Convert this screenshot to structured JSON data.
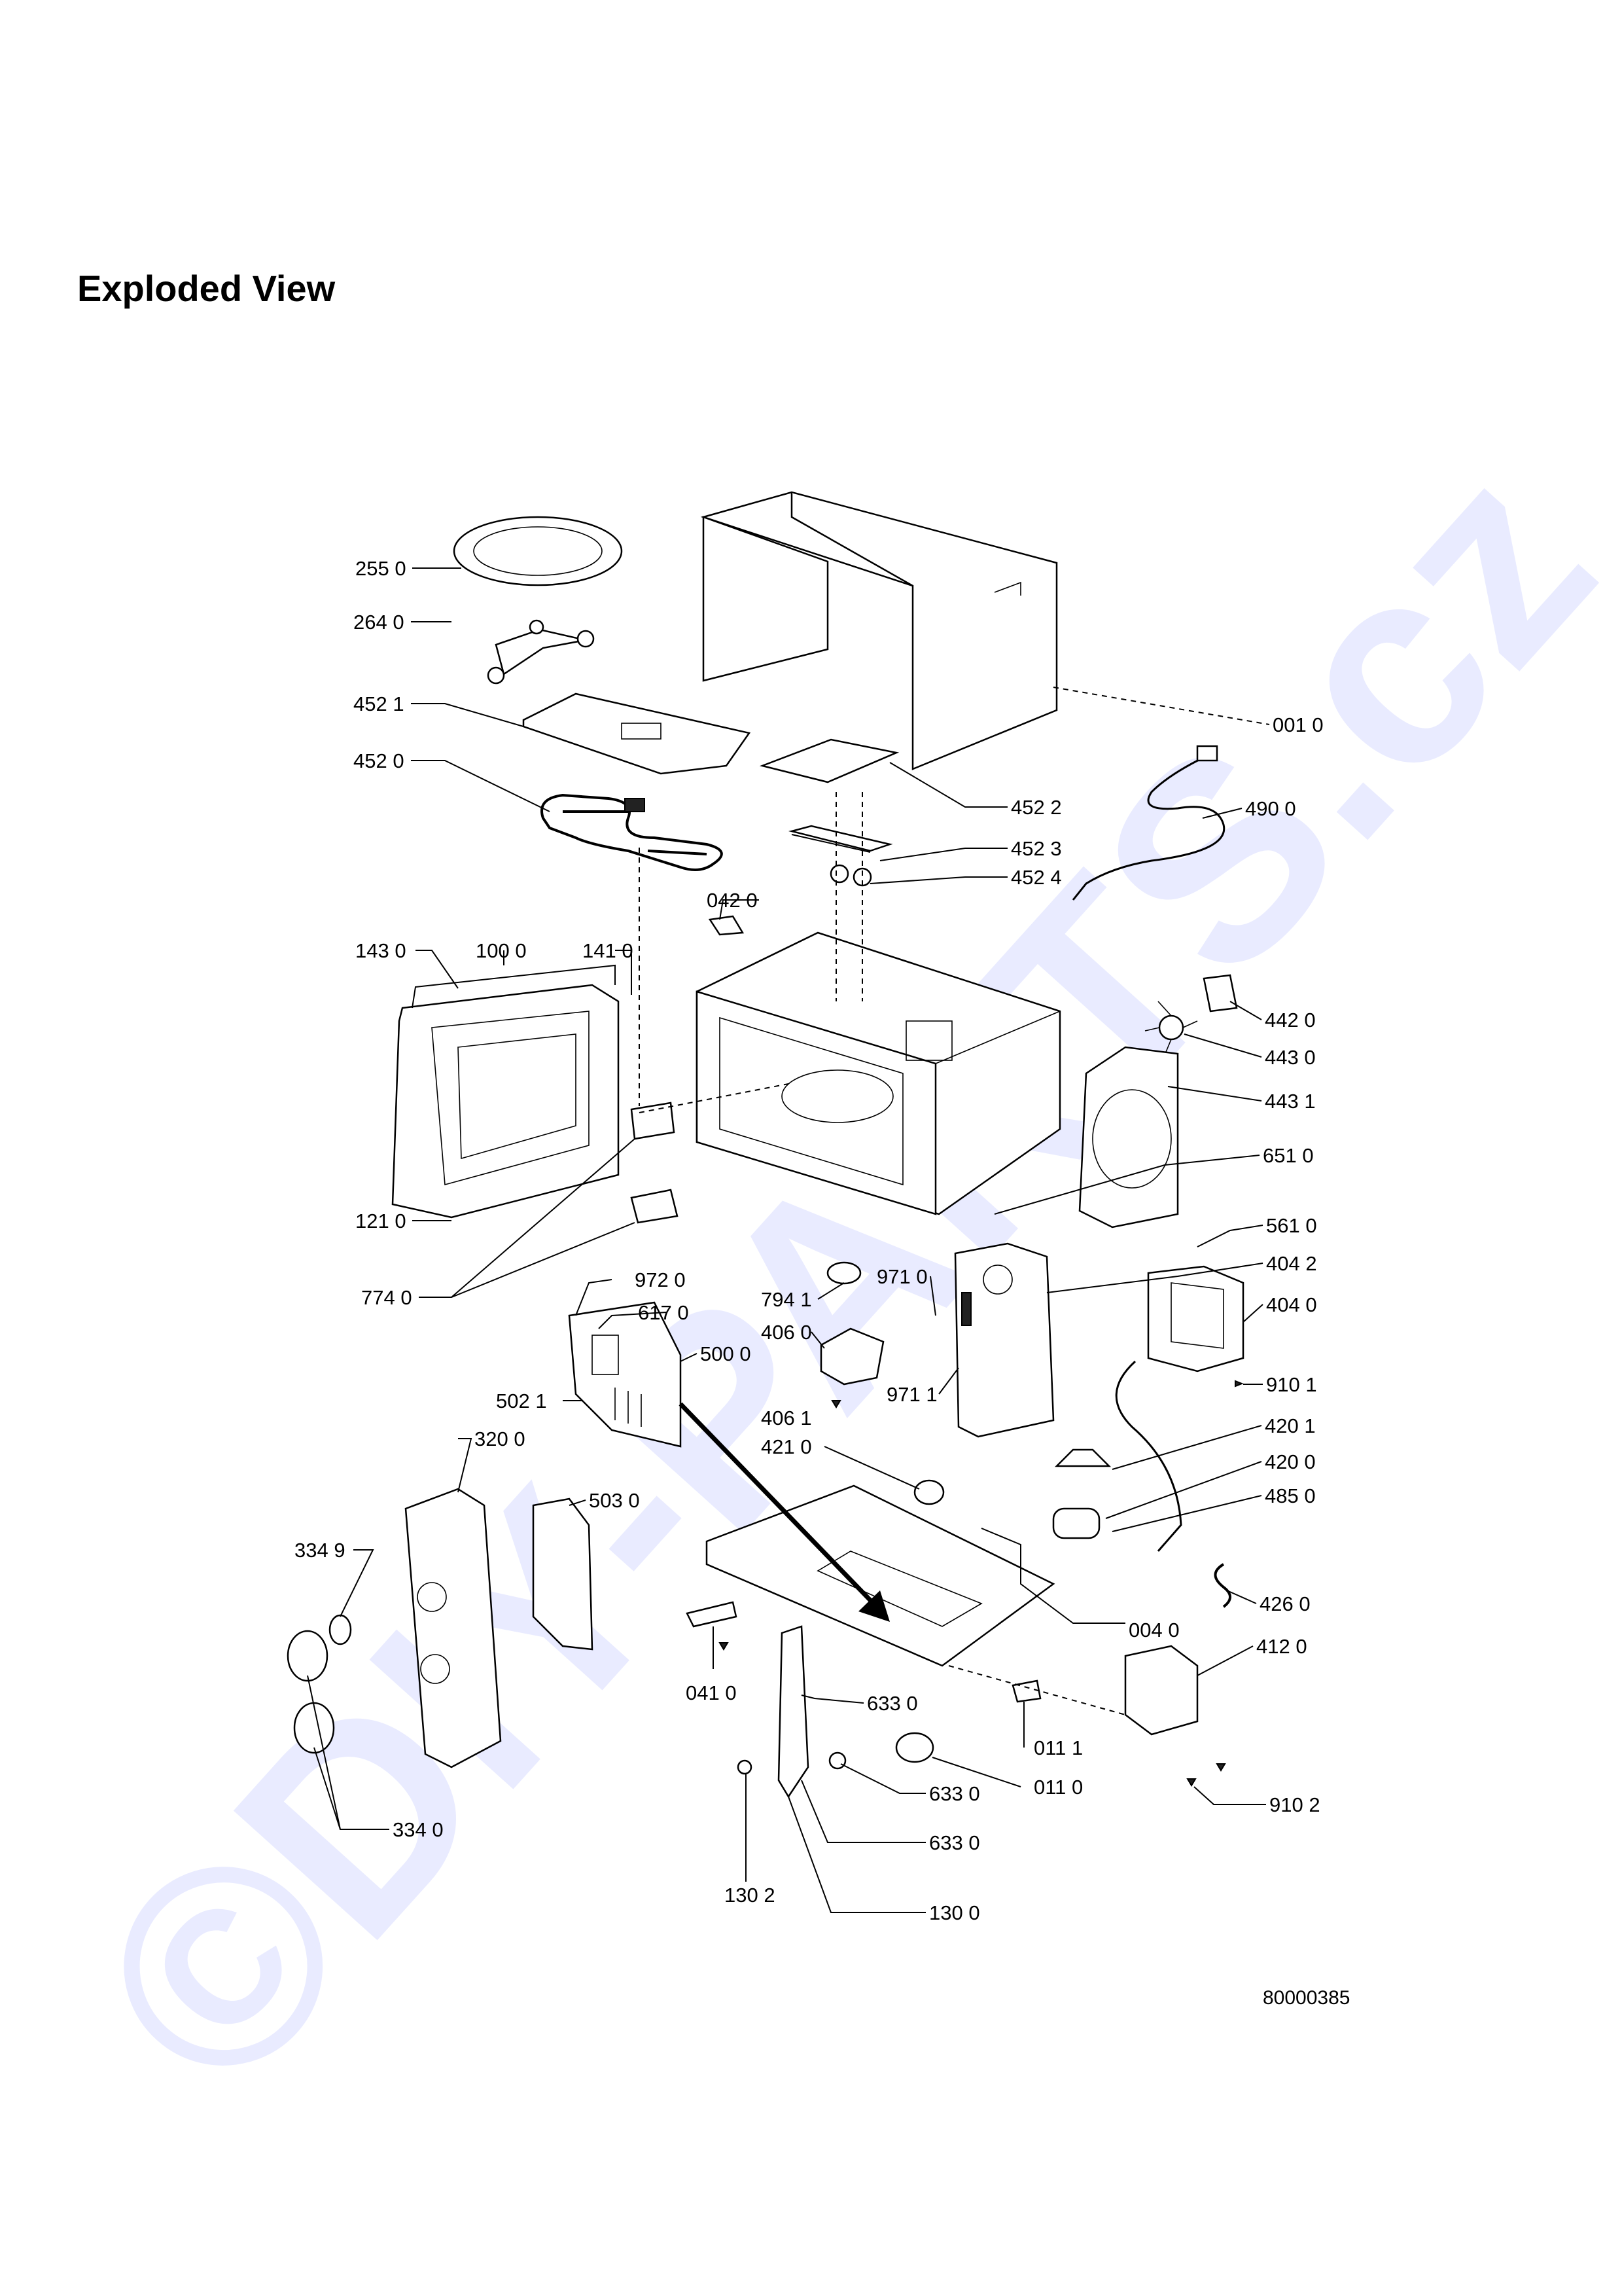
{
  "title": "Exploded View",
  "document_number": "80000385",
  "watermark": "©DIY-PARTS.cz",
  "colors": {
    "line": "#000000",
    "watermark": "#d8dcff"
  },
  "labels": {
    "l2550": "255 0",
    "l2640": "264 0",
    "l4521": "452 1",
    "l4520": "452 0",
    "l0010": "001 0",
    "l4522": "452 2",
    "l4900": "490 0",
    "l4523": "452 3",
    "l4524": "452 4",
    "l0420": "042 0",
    "l1430": "143 0",
    "l1000": "100 0",
    "l1410": "141 0",
    "l4420": "442 0",
    "l4430": "443 0",
    "l4431": "443 1",
    "l6510": "651 0",
    "l5610": "561 0",
    "l1210": "121 0",
    "l4042": "404 2",
    "l7740": "774 0",
    "l9720": "972 0",
    "l9710": "971 0",
    "l4040": "404 0",
    "l7941": "794 1",
    "l6170": "617 0",
    "l4060": "406 0",
    "l5000": "500 0",
    "l9711": "971 1",
    "l9101": "910 1",
    "l5021": "502 1",
    "l4061": "406 1",
    "l4201": "420 1",
    "l3200": "320 0",
    "l4210": "421 0",
    "l4200": "420 0",
    "l5030": "503 0",
    "l4850": "485 0",
    "l3349": "334 9",
    "l4260": "426 0",
    "l0040": "004 0",
    "l4120": "412 0",
    "l0410": "041 0",
    "l6330a": "633 0",
    "l0111": "011 1",
    "l0110": "011 0",
    "l9102": "910 2",
    "l6330b": "633 0",
    "l3340": "334 0",
    "l6330c": "633 0",
    "l1302": "130 2",
    "l1300": "130 0"
  }
}
